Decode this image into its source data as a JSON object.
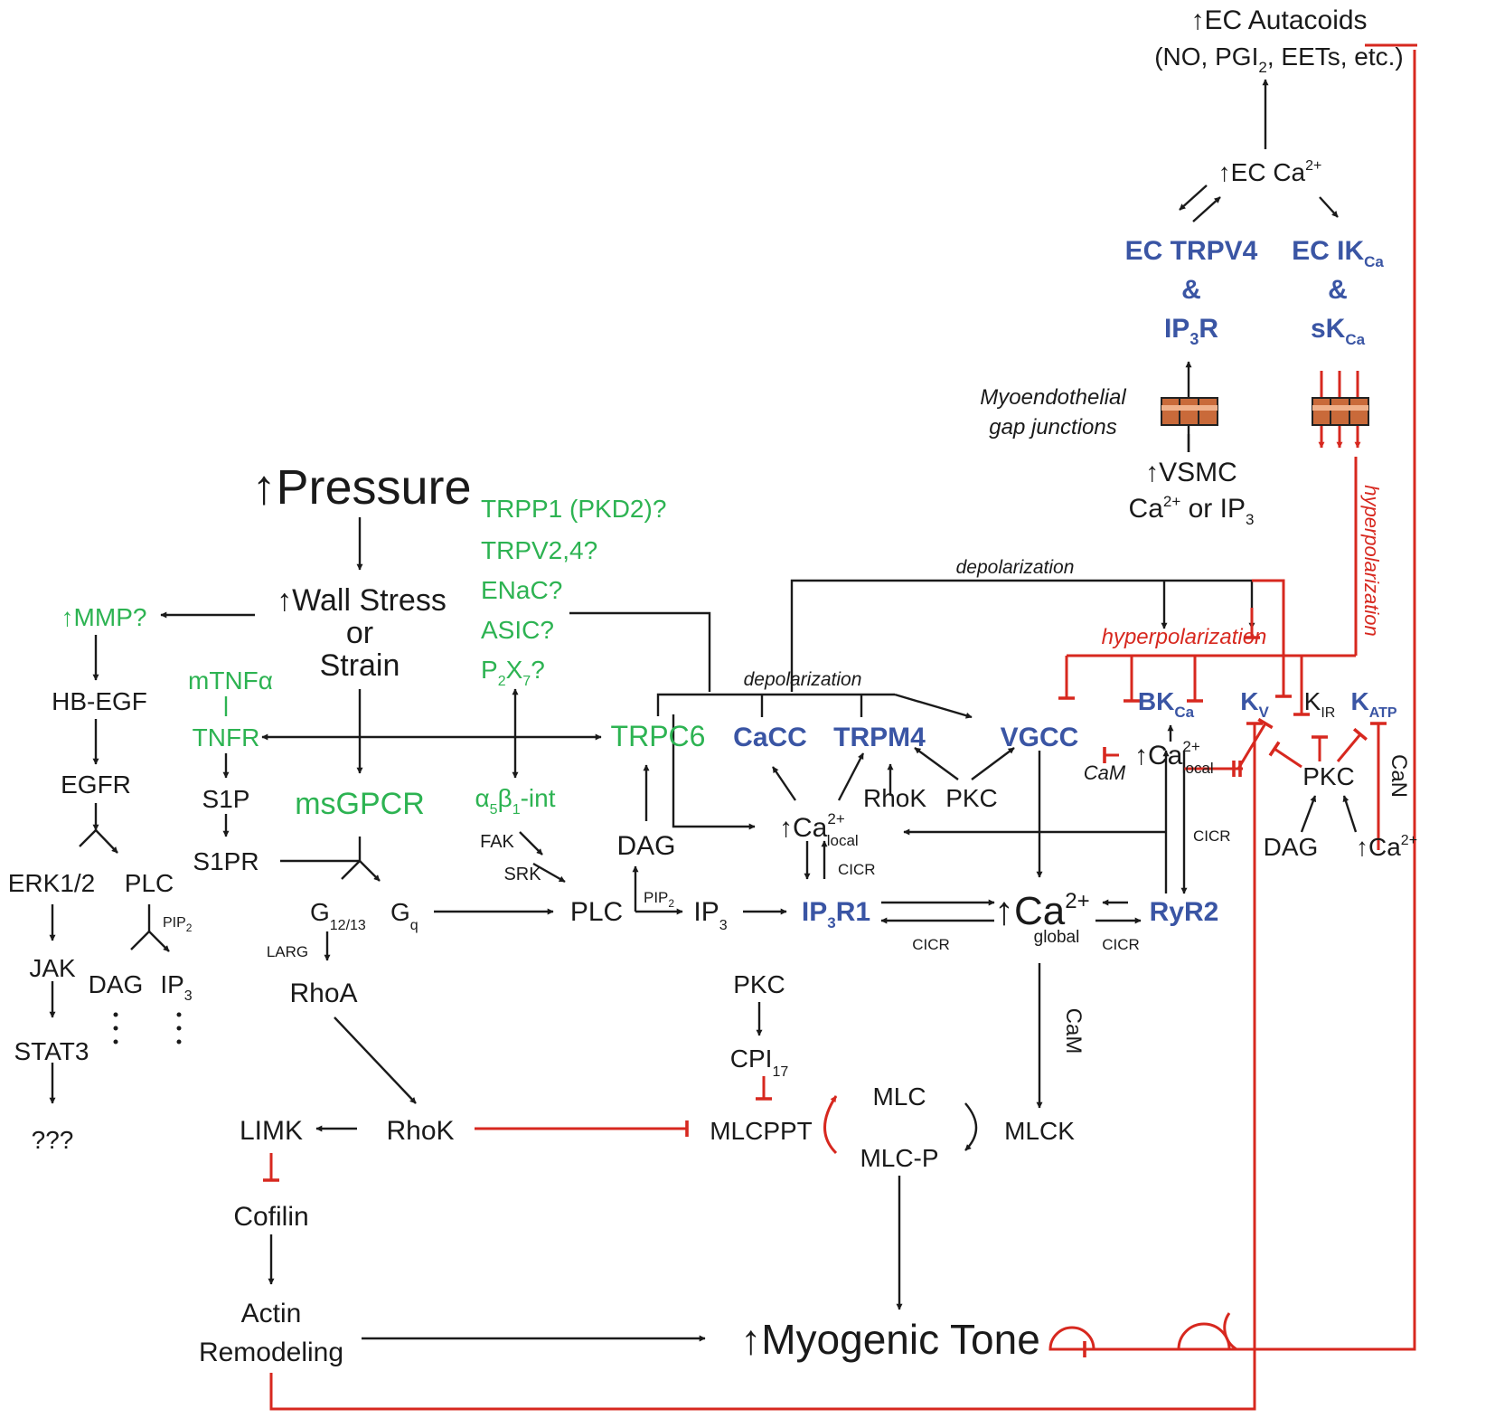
{
  "colors": {
    "black": "#1a1a1a",
    "green": "#2db352",
    "blue": "#3a55a4",
    "red": "#d7281f"
  },
  "labels": {
    "ec_autacoids": "↑EC Autacoids",
    "ec_autacoids_list_a": "(NO, PGI",
    "ec_autacoids_list_b": "2",
    "ec_autacoids_list_c": ", EETs, etc.)",
    "ec_ca": "↑EC Ca",
    "ec_ca_sup": "2+",
    "ec_trpv4": "EC TRPV4",
    "amp": "&",
    "ip3r_a": "IP",
    "ip3r_b": "3",
    "ip3r_c": "R",
    "ec_ik": "EC IK",
    "ca_sub": "Ca",
    "sk": "sK",
    "gap_1": "Myoendothelial",
    "gap_2": "gap junctions",
    "vsmc_1": "↑VSMC",
    "vsmc_2a": "Ca",
    "vsmc_2b": "2+",
    "vsmc_2c": " or IP",
    "vsmc_2d": "3",
    "pressure": "↑Pressure",
    "wall_stress": "↑Wall Stress",
    "or": "or",
    "strain": "Strain",
    "trpp1": "TRPP1 (PKD2)?",
    "trpv24": "TRPV2,4?",
    "enac": "ENaC?",
    "asic": "ASIC?",
    "p2x7_a": "P",
    "p2x7_b": "2",
    "p2x7_c": "X",
    "p2x7_d": "7",
    "p2x7_e": "?",
    "mmp": "↑MMP?",
    "hb_egf": "HB-EGF",
    "egfr": "EGFR",
    "erk": "ERK1/2",
    "plc": "PLC",
    "jak": "JAK",
    "dag": "DAG",
    "ip": "IP",
    "sub3": "3",
    "stat3": "STAT3",
    "qqq": "???",
    "mtnfa": "mTNFα",
    "tnfr": "TNFR",
    "s1p": "S1P",
    "s1pr": "S1PR",
    "msgpcr": "msGPCR",
    "g": "G",
    "g1213": "12/13",
    "gq": "q",
    "larg": "LARG",
    "rhoa": "RhoA",
    "rhok": "RhoK",
    "limk": "LIMK",
    "cofilin": "Cofilin",
    "actin": "Actin",
    "remodeling": "Remodeling",
    "a5b1_a": "α",
    "a5b1_b": "5",
    "a5b1_c": "β",
    "a5b1_d": "1",
    "a5b1_e": "-int",
    "fak": "FAK",
    "srk": "SRK",
    "pip": "PIP",
    "sub2": "2",
    "trpc6": "TRPC6",
    "cacc": "CaCC",
    "trpm4": "TRPM4",
    "vgcc": "VGCC",
    "pkc": "PKC",
    "up_ca": "↑Ca",
    "sup2": "2+",
    "local": "local",
    "cicr": "CICR",
    "ip3r1_a": "IP",
    "ip3r1_b": "3",
    "ip3r1_c": "R1",
    "ca_big": "↑Ca",
    "global": "global",
    "ryr2": "RyR2",
    "cam": "CaM",
    "can": "CaN",
    "bk": "BK",
    "kv_a": "K",
    "kv_b": "V",
    "kir_a": "K",
    "kir_b": "IR",
    "katp_a": "K",
    "katp_b": "ATP",
    "up_ca2": "↑Ca",
    "cpi_a": "CPI",
    "cpi_b": "17",
    "mlcppt": "MLCPPT",
    "mlc": "MLC",
    "mlcp": "MLC-P",
    "mlck": "MLCK",
    "myogenic": "↑Myogenic Tone",
    "depolarization": "depolarization",
    "hyperpolarization": "hyperpolarization"
  }
}
